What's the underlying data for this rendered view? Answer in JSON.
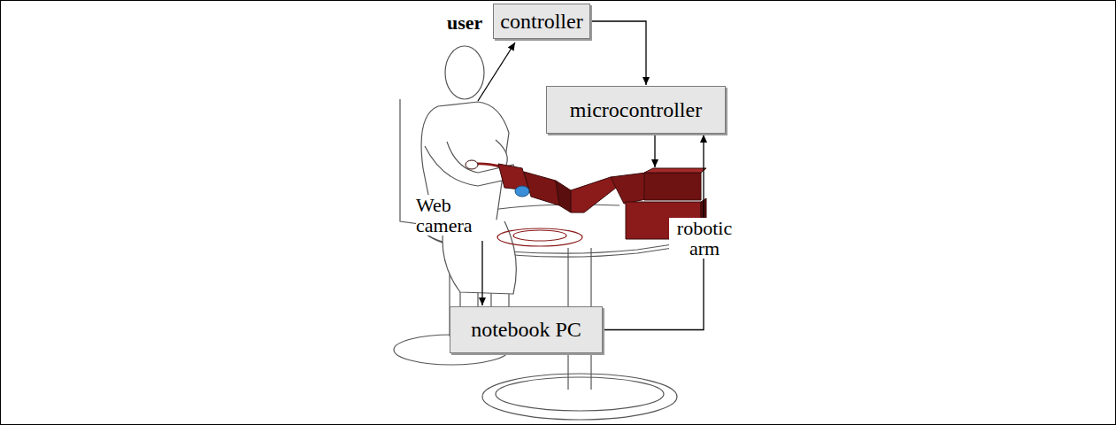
{
  "diagram": {
    "nodes": [
      {
        "text": [
          "controller"
        ]
      },
      {
        "text": [
          "microcontroller"
        ]
      },
      {
        "text": [
          "notebook PC"
        ]
      }
    ],
    "edges": [
      {
        "from": 0,
        "to": 1,
        "arrow": "to"
      },
      {
        "from": 2,
        "to": 1,
        "arrow": "to"
      }
    ],
    "labels": [
      "user",
      "Web camera",
      "robotic arm"
    ]
  }
}
